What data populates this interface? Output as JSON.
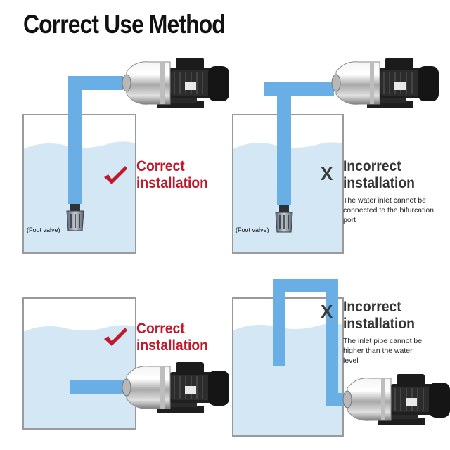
{
  "title": "Correct Use Method",
  "panels": [
    {
      "status_line1": "Correct",
      "status_line2": "installation",
      "foot_valve": "(Foot valve)"
    },
    {
      "status_line1": "Incorrect",
      "status_line2": "installation",
      "note": "The water inlet cannot be connected to the bifurcation port",
      "foot_valve": "(Foot valve)",
      "mark": "X"
    },
    {
      "status_line1": "Correct",
      "status_line2": "installation"
    },
    {
      "status_line1": "Incorrect",
      "status_line2": "installation",
      "note": "The inlet pipe cannot be higher than the water level",
      "mark": "X"
    }
  ],
  "colors": {
    "pipe": "#6aaee6",
    "water": "#d3e7f4",
    "accent_red": "#c0192b",
    "tank_border": "#9a9a9a"
  }
}
